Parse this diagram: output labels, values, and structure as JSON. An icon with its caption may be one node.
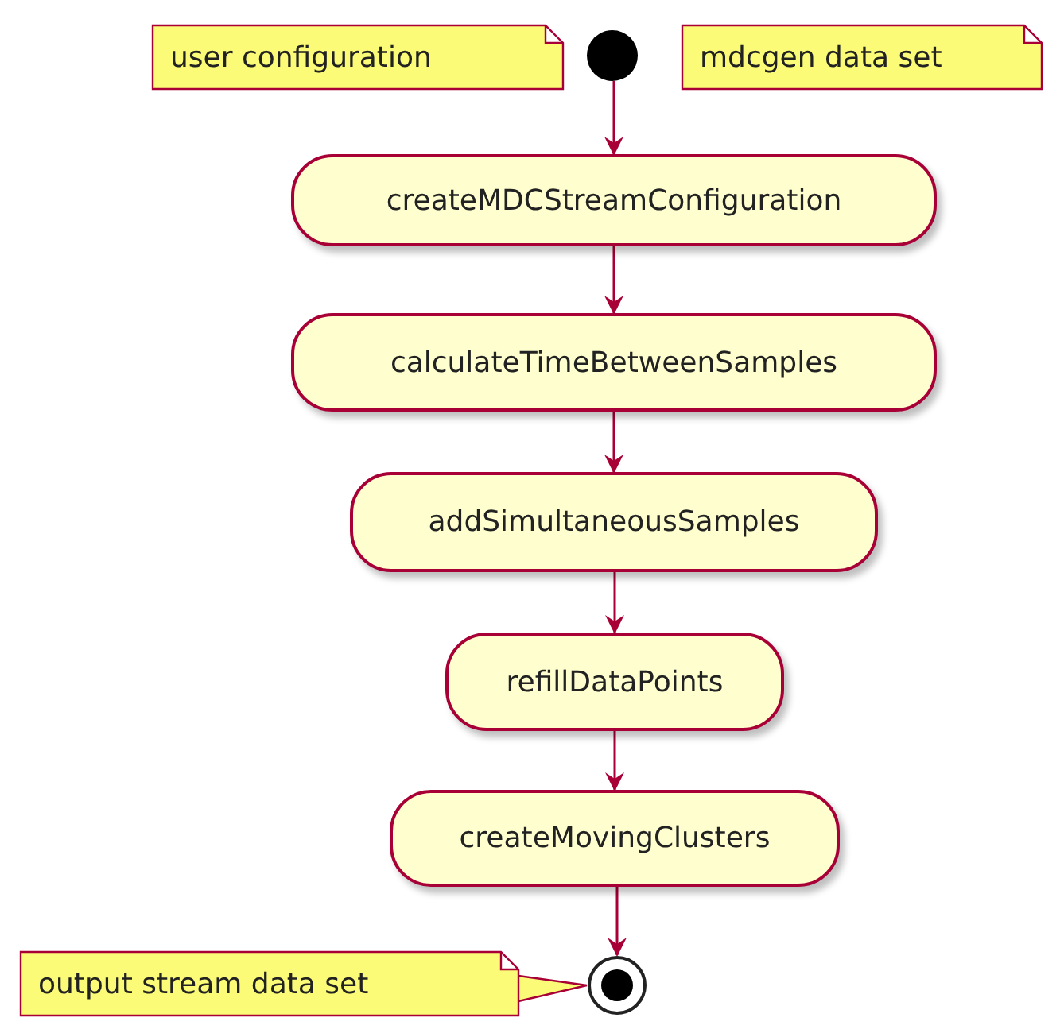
{
  "diagram": {
    "nodes": [
      {
        "text": [
          "user configuration"
        ]
      },
      {
        "text": [],
        "shape": "circle"
      },
      {
        "text": [
          "mdcgen data set"
        ]
      },
      {
        "text": [
          "createMDCStreamConfiguration"
        ]
      },
      {
        "text": [
          "calculateTimeBetweenSamples"
        ]
      },
      {
        "text": [
          "addSimultaneousSamples"
        ]
      },
      {
        "text": [
          "refillDataPoints"
        ]
      },
      {
        "text": [
          "createMovingClusters"
        ]
      },
      {
        "text": [
          "output stream data set"
        ]
      },
      {
        "text": [],
        "shape": "circle"
      }
    ],
    "edges": [
      {
        "from": 1,
        "to": 3,
        "arrow": "to"
      },
      {
        "from": 3,
        "to": 4,
        "arrow": "to"
      },
      {
        "from": 4,
        "to": 5,
        "arrow": "to"
      },
      {
        "from": 5,
        "to": 6,
        "arrow": "to"
      },
      {
        "from": 6,
        "to": 7,
        "arrow": "to"
      },
      {
        "from": 7,
        "to": 9,
        "arrow": "to"
      },
      {
        "from": 8,
        "to": 9,
        "arrow": "none"
      }
    ]
  }
}
